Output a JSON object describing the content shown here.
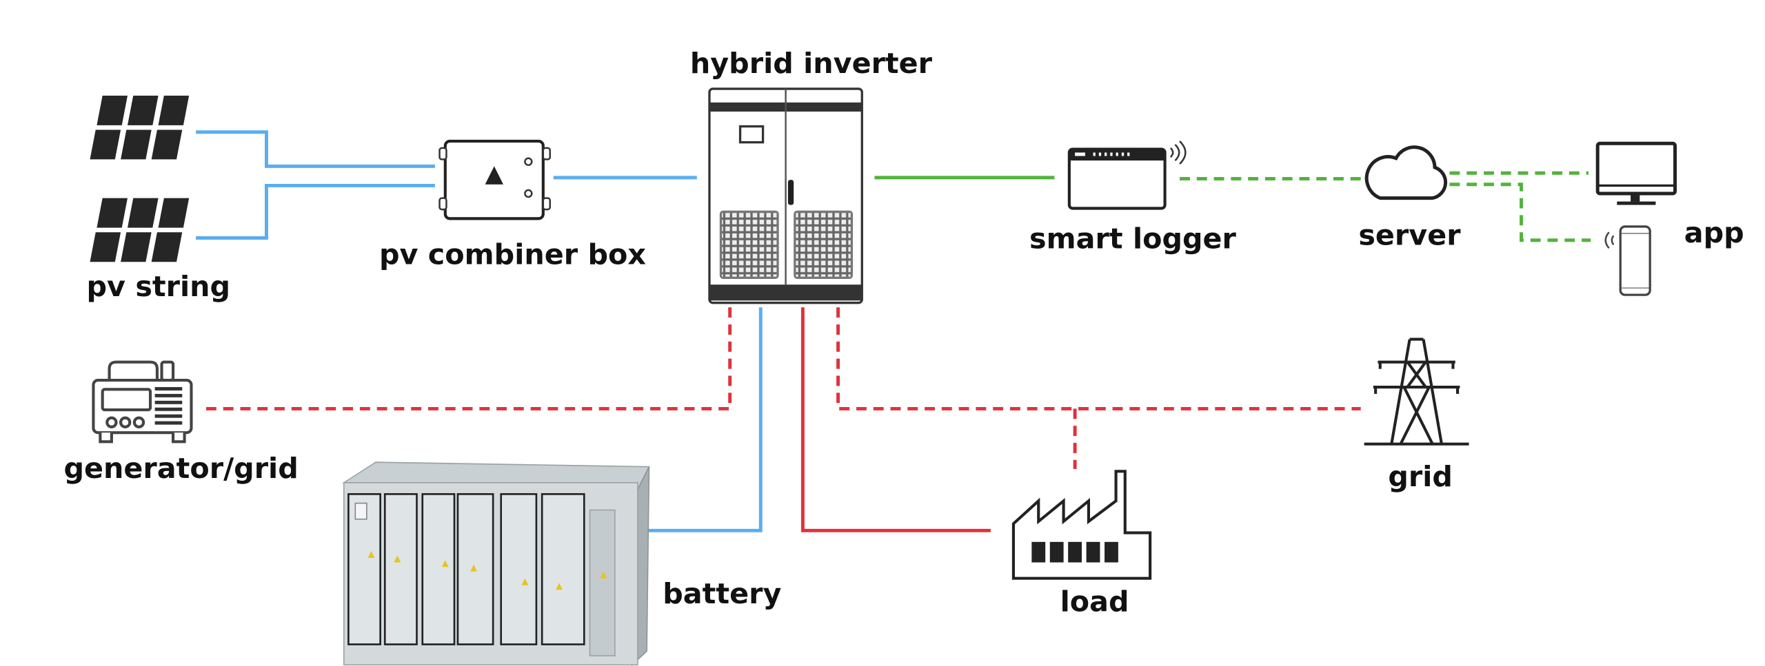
{
  "diagram": {
    "title": "Hybrid energy storage system topology",
    "nodes": {
      "pv_string": {
        "label": "pv string",
        "icon": "solar-panel-icon"
      },
      "pv_combiner_box": {
        "label": "pv combiner box",
        "icon": "combiner-box-icon"
      },
      "hybrid_inverter": {
        "label": "hybrid inverter",
        "icon": "inverter-cabinet-icon"
      },
      "smart_logger": {
        "label": "smart logger",
        "icon": "data-logger-icon"
      },
      "server": {
        "label": "server",
        "icon": "cloud-icon"
      },
      "app": {
        "label": "app",
        "icon": "monitor-and-phone-icon"
      },
      "generator_grid": {
        "label": "generator/grid",
        "icon": "generator-icon"
      },
      "battery": {
        "label": "battery",
        "icon": "battery-container-icon"
      },
      "load": {
        "label": "load",
        "icon": "factory-icon"
      },
      "grid": {
        "label": "grid",
        "icon": "transmission-tower-icon"
      }
    },
    "line_colors": {
      "dc": "#5aaef0",
      "ac": "#e0323c",
      "communication": "#52b33c"
    },
    "connections": [
      {
        "from": "pv_string",
        "to": "pv_combiner_box",
        "type": "dc",
        "style": "solid"
      },
      {
        "from": "pv_combiner_box",
        "to": "hybrid_inverter",
        "type": "dc",
        "style": "solid"
      },
      {
        "from": "hybrid_inverter",
        "to": "smart_logger",
        "type": "communication",
        "style": "solid"
      },
      {
        "from": "smart_logger",
        "to": "server",
        "type": "communication",
        "style": "dashed"
      },
      {
        "from": "server",
        "to": "app",
        "type": "communication",
        "style": "dashed"
      },
      {
        "from": "hybrid_inverter",
        "to": "generator_grid",
        "type": "ac",
        "style": "dashed"
      },
      {
        "from": "hybrid_inverter",
        "to": "battery",
        "type": "dc",
        "style": "solid"
      },
      {
        "from": "hybrid_inverter",
        "to": "load",
        "type": "ac",
        "style": "solid"
      },
      {
        "from": "hybrid_inverter",
        "to": "grid",
        "type": "ac",
        "style": "dashed"
      },
      {
        "from": "grid",
        "to": "load",
        "type": "ac",
        "style": "dashed"
      }
    ]
  }
}
